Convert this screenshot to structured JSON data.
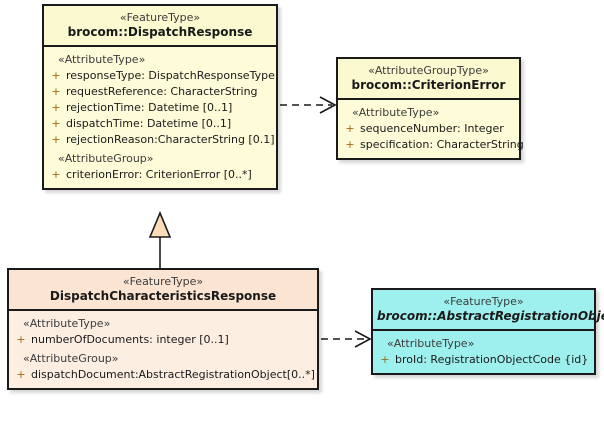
{
  "diagram": {
    "title": "UML class diagram - brocom DispatchResponse",
    "type": "uml-class-diagram",
    "background": "#ffffff",
    "colors": {
      "yellow_header": "#fbf9cf",
      "yellow_body": "#fdfbd8",
      "peach_header": "#fbe4d2",
      "peach_body": "#fdeee2",
      "cyan_fill": "#9ef0ee",
      "border": "#1a1a1a",
      "visibility_plus": "#a06a14",
      "stereotype_text": "#3c3c3c"
    }
  },
  "classes": [
    {
      "id": "dispatch-response",
      "stereotype": "«FeatureType»",
      "name": "brocom::DispatchResponse",
      "abstract": false,
      "theme": "yellow",
      "sections": [
        {
          "group": "«AttributeType»",
          "attributes": [
            {
              "visibility": "+",
              "text": "responseType: DispatchResponseType"
            },
            {
              "visibility": "+",
              "text": "requestReference: CharacterString"
            },
            {
              "visibility": "+",
              "text": "rejectionTime: Datetime [0..1]"
            },
            {
              "visibility": "+",
              "text": "dispatchTime: Datetime [0..1]"
            },
            {
              "visibility": "+",
              "text": "rejectionReason:CharacterString [0.1]"
            }
          ]
        },
        {
          "group": "«AttributeGroup»",
          "attributes": [
            {
              "visibility": "+",
              "text": "criterionError: CriterionError [0..*]"
            }
          ]
        }
      ]
    },
    {
      "id": "criterion-error",
      "stereotype": "«AttributeGroupType»",
      "name": "brocom::CriterionError",
      "abstract": false,
      "theme": "yellow",
      "sections": [
        {
          "group": "«AttributeType»",
          "attributes": [
            {
              "visibility": "+",
              "text": "sequenceNumber: Integer"
            },
            {
              "visibility": "+",
              "text": "specification: CharacterString"
            }
          ]
        }
      ]
    },
    {
      "id": "dispatch-characteristics-response",
      "stereotype": "«FeatureType»",
      "name": "DispatchCharacteristicsResponse",
      "abstract": false,
      "theme": "peach",
      "sections": [
        {
          "group": "«AttributeType»",
          "attributes": [
            {
              "visibility": "+",
              "text": "numberOfDocuments: integer [0..1]"
            }
          ]
        },
        {
          "group": "«AttributeGroup»",
          "attributes": [
            {
              "visibility": "+",
              "text": "dispatchDocument:AbstractRegistrationObject[0..*]"
            }
          ]
        }
      ]
    },
    {
      "id": "abstract-registration-object",
      "stereotype": "«FeatureType»",
      "name": "brocom::AbstractRegistrationObject",
      "abstract": true,
      "theme": "cyan",
      "sections": [
        {
          "group": "«AttributeType»",
          "attributes": [
            {
              "visibility": "+",
              "text": "broId: RegistrationObjectCode {id}"
            }
          ]
        }
      ]
    }
  ],
  "relationships": [
    {
      "id": "generalization-dispatch",
      "kind": "generalization",
      "from": "dispatch-characteristics-response",
      "to": "dispatch-response",
      "label": ""
    },
    {
      "id": "dependency-criterion-error",
      "kind": "dependency",
      "from": "dispatch-response",
      "to": "criterion-error",
      "label": ""
    },
    {
      "id": "dependency-registration-object",
      "kind": "dependency",
      "from": "dispatch-characteristics-response",
      "to": "abstract-registration-object",
      "label": ""
    }
  ]
}
